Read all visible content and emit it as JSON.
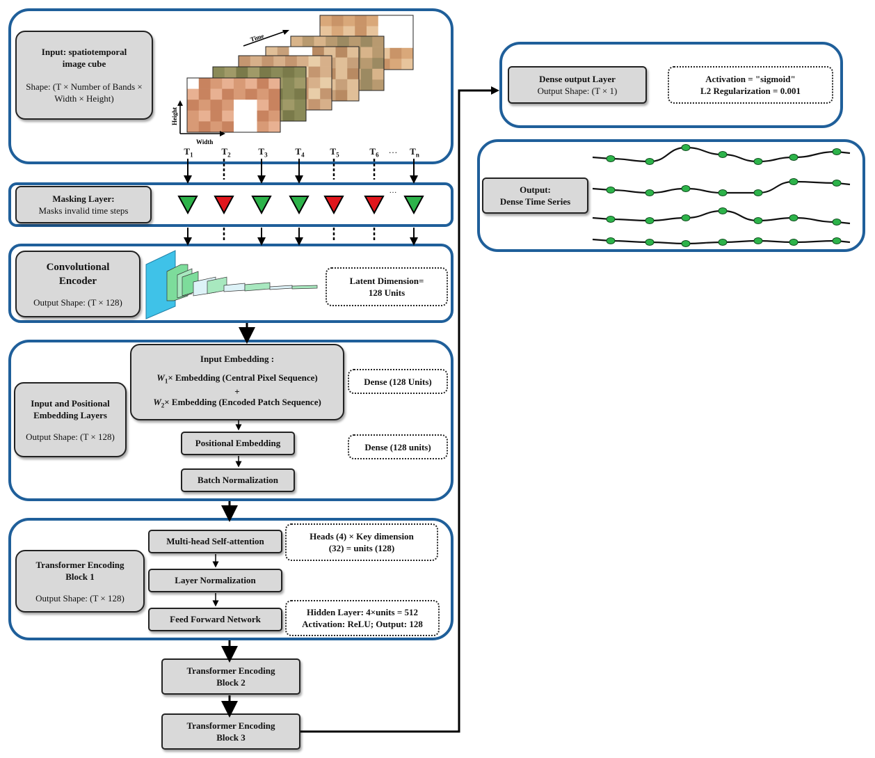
{
  "input_panel": {
    "title": "Input: spatiotemporal image cube",
    "shape": "Shape: (T × Number of Bands × Width × Height)",
    "time_label": "Time",
    "height_label": "Height",
    "width_label": "Width",
    "steps": [
      {
        "main": "T",
        "sub": "1"
      },
      {
        "main": "T",
        "sub": "2"
      },
      {
        "main": "T",
        "sub": "3"
      },
      {
        "main": "T",
        "sub": "4"
      },
      {
        "main": "T",
        "sub": "5"
      },
      {
        "main": "T",
        "sub": "6"
      },
      {
        "main": "T",
        "sub": "n"
      }
    ],
    "ellipsis": "…"
  },
  "masking": {
    "title": "Masking Layer:",
    "desc": "Masks invalid time steps",
    "ellipsis": "…",
    "valid_color": "#2db34a",
    "invalid_color": "#e0161c",
    "pattern": [
      "valid",
      "invalid",
      "valid",
      "valid",
      "invalid",
      "invalid",
      "valid"
    ]
  },
  "conv": {
    "title": "Convolutional Encoder",
    "shape": "Output Shape: (T × 128)",
    "latent_l1": "Latent Dimension=",
    "latent_l2": "128 Units"
  },
  "embedding": {
    "title": "Input and Positional Embedding Layers",
    "shape": "Output Shape: (T × 128)",
    "input_emb_title": "Input Embedding :",
    "w1_var": "W",
    "w1_sub": "1",
    "w1_text": "× Embedding (Central Pixel Sequence)",
    "plus": "+",
    "w2_var": "W",
    "w2_sub": "2",
    "w2_text": "× Embedding (Encoded Patch Sequence)",
    "dense1": "Dense (128 Units)",
    "positional": "Positional Embedding",
    "dense2": "Dense (128 units)",
    "batch_norm": "Batch Normalization"
  },
  "transformer1": {
    "title": "Transformer Encoding Block 1",
    "shape": "Output Shape: (T × 128)",
    "mhsa": "Multi-head Self-attention",
    "heads_l1": "Heads (4) × Key dimension",
    "heads_l2": "(32) = units (128)",
    "layer_norm": "Layer Normalization",
    "ffn": "Feed Forward Network",
    "hidden_l1": "Hidden Layer: 4×units = 512",
    "hidden_l2": "Activation: ReLU; Output: 128"
  },
  "block2": "Transformer Encoding Block 2",
  "block3": "Transformer Encoding Block 3",
  "dense_out": {
    "title": "Dense output Layer",
    "shape": "Output Shape: (T × 1)",
    "act": "Activation = \"sigmoid\"",
    "l2": "L2 Regularization = 0.001"
  },
  "output": {
    "title": "Output:",
    "subtitle": "Dense Time Series",
    "dot_color": "#2db34a"
  },
  "colors": {
    "panel_border": "#1f5f9a",
    "box_fill": "#d9d9d9"
  }
}
